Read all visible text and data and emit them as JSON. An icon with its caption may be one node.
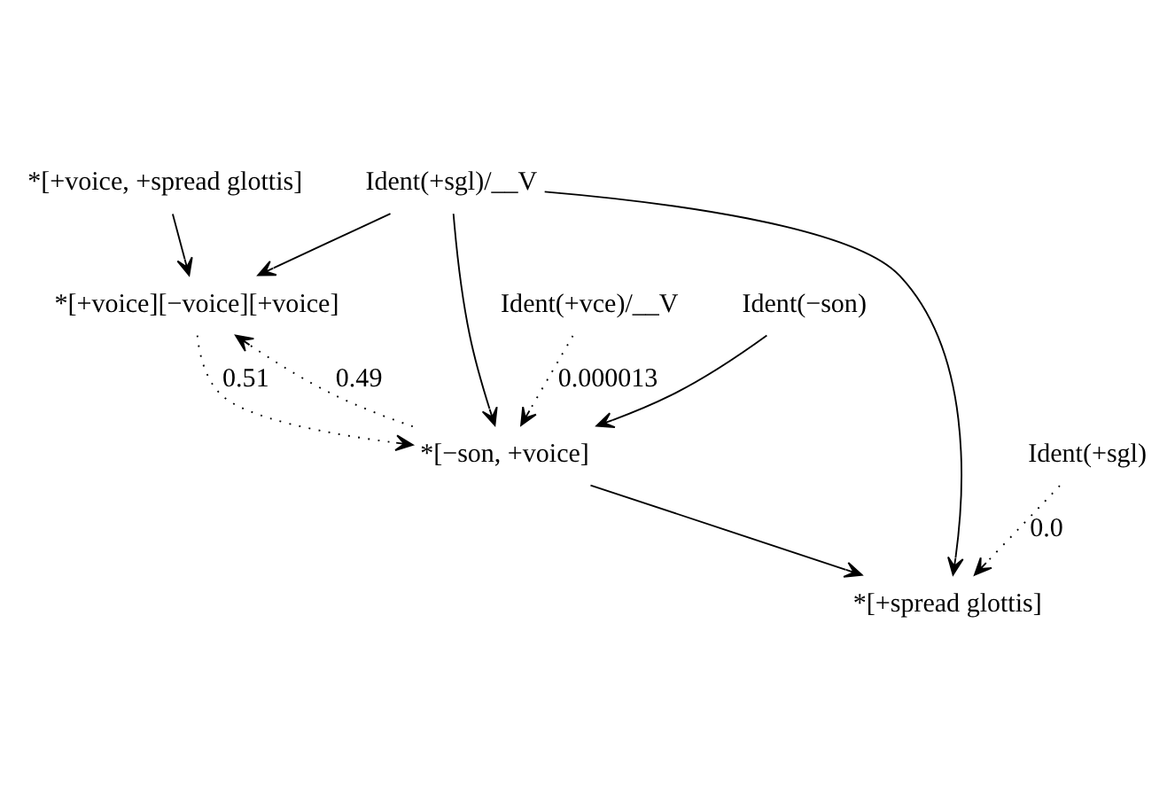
{
  "diagram": {
    "nodes": [
      {
        "text": [
          "*[+voice, +spread glottis]"
        ]
      },
      {
        "text": [
          "Ident(+sgl)/__V"
        ]
      },
      {
        "text": [
          "Ident(+vce)/__V"
        ]
      },
      {
        "text": [
          "*[+voice][−voice][+voice]"
        ]
      },
      {
        "text": [
          "Ident(−son)"
        ]
      },
      {
        "text": [
          "*[−son, +voice]"
        ]
      },
      {
        "text": [
          "Ident(+sgl)"
        ]
      },
      {
        "text": [
          "*[+spread glottis]"
        ]
      }
    ],
    "edges": [
      {
        "from": 0,
        "to": 3,
        "arrow": "to"
      },
      {
        "from": 1,
        "to": 3,
        "arrow": "to"
      },
      {
        "from": 1,
        "to": 5,
        "arrow": "to"
      },
      {
        "from": 1,
        "to": 7,
        "arrow": "to"
      },
      {
        "from": 2,
        "to": 5,
        "arrow": "to",
        "style": "dashed",
        "label": "0.000013"
      },
      {
        "from": 4,
        "to": 5,
        "arrow": "to"
      },
      {
        "from": 3,
        "to": 5,
        "arrow": "to",
        "style": "dashed",
        "label": "0.51"
      },
      {
        "from": 5,
        "to": 3,
        "arrow": "to",
        "style": "dashed",
        "label": "0.49"
      },
      {
        "from": 5,
        "to": 7,
        "arrow": "to"
      },
      {
        "from": 6,
        "to": 7,
        "arrow": "to",
        "style": "dashed",
        "label": "0.0"
      }
    ]
  }
}
